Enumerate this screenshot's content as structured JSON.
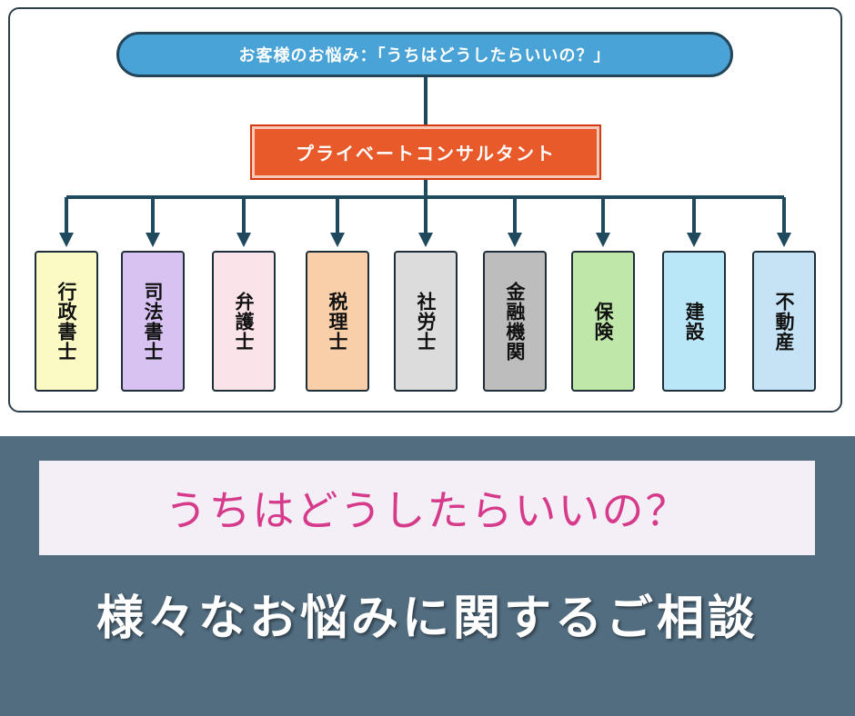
{
  "diagram": {
    "top_label": "お客様のお悩み：「うちはどうしたらいいの？」",
    "center_label": "プライベートコンサルタント",
    "categories": [
      {
        "label": "行政書士",
        "color": "#fbf9c4"
      },
      {
        "label": "司法書士",
        "color": "#d7c2f2"
      },
      {
        "label": "弁護士",
        "color": "#fbe3ea"
      },
      {
        "label": "税理士",
        "color": "#f9cfa9"
      },
      {
        "label": "社労士",
        "color": "#dcdcdc"
      },
      {
        "label": "金融機関",
        "color": "#bdbdbd"
      },
      {
        "label": "保険",
        "color": "#bfe7a9"
      },
      {
        "label": "建設",
        "color": "#b9e7f7"
      },
      {
        "label": "不動産",
        "color": "#c6e2f5"
      }
    ],
    "connector_color": "#1f4a5e"
  },
  "banner": {
    "question": "うちはどうしたらいいの？",
    "subtitle": "様々なお悩みに関するご相談"
  }
}
